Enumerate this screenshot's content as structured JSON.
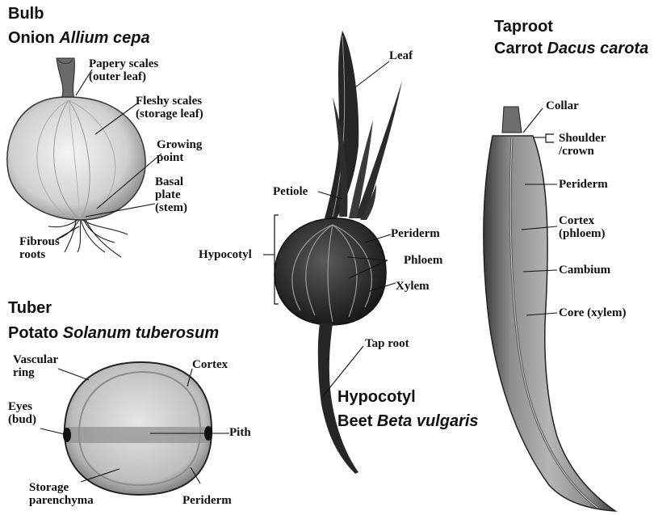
{
  "colors": {
    "ink": "#111111",
    "specimen_dark": "#1c1c1c",
    "specimen_light": "#d9d9d9"
  },
  "onion": {
    "section": "Bulb",
    "common": "Onion",
    "latin": "Allium cepa",
    "labels": {
      "papery_1": "Papery scales",
      "papery_2": "(outer leaf)",
      "fleshy_1": "Fleshy scales",
      "fleshy_2": "(storage leaf)",
      "growing_1": "Growing",
      "growing_2": "point",
      "basal_1": "Basal",
      "basal_2": "plate",
      "basal_3": "(stem)",
      "fibrous_1": "Fibrous",
      "fibrous_2": "roots"
    }
  },
  "potato": {
    "section": "Tuber",
    "common": "Potato",
    "latin": "Solanum tuberosum",
    "labels": {
      "vascular_1": "Vascular",
      "vascular_2": "ring",
      "cortex": "Cortex",
      "eyes_1": "Eyes",
      "eyes_2": "(bud)",
      "pith": "Pith",
      "storage_1": "Storage",
      "storage_2": "parenchyma",
      "periderm": "Periderm"
    }
  },
  "beet": {
    "section": "Hypocotyl",
    "common": "Beet",
    "latin": "Beta vulgaris",
    "labels": {
      "leaf": "Leaf",
      "petiole": "Petiole",
      "hypocotyl": "Hypocotyl",
      "periderm": "Periderm",
      "phloem": "Phloem",
      "xylem": "Xylem",
      "taproot": "Tap root"
    }
  },
  "carrot": {
    "section": "Taproot",
    "common": "Carrot",
    "latin": "Dacus carota",
    "labels": {
      "collar": "Collar",
      "shoulder_1": "Shoulder",
      "shoulder_2": "/crown",
      "periderm": "Periderm",
      "cortex_1": "Cortex",
      "cortex_2": "(phloem)",
      "cambium": "Cambium",
      "core": "Core (xylem)"
    }
  }
}
